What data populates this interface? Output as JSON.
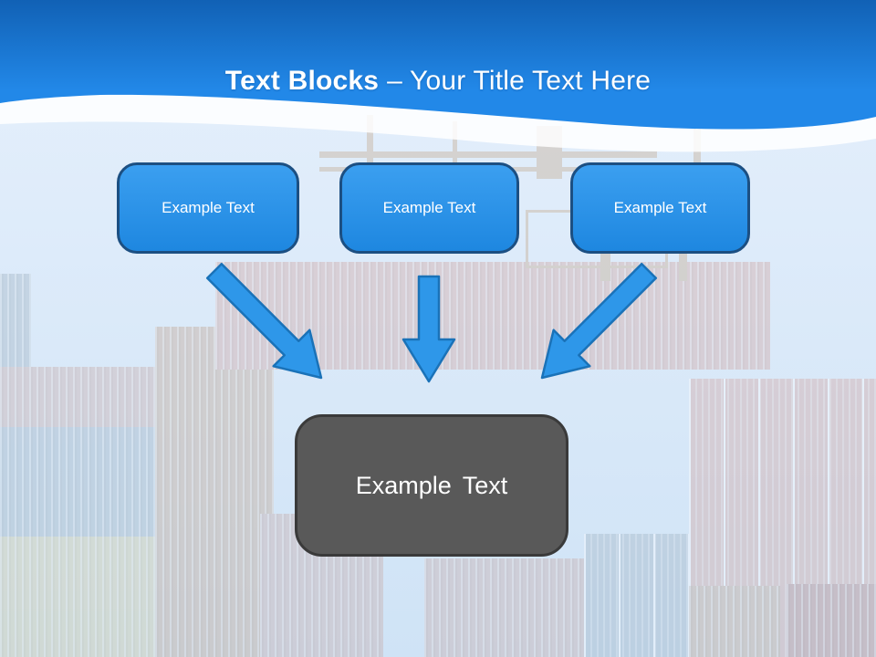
{
  "slide_title": {
    "bold": "Text Blocks",
    "rest": "– Your Title Text Here"
  },
  "blocks": [
    {
      "label": "Example Text"
    },
    {
      "label": "Example Text"
    },
    {
      "label": "Example Text"
    }
  ],
  "result_block": {
    "label": "Example Text"
  },
  "theme": {
    "header_top": "#1161b5",
    "header_bottom": "#2288e8",
    "sky_top": "#e6f0fc",
    "sky_bottom": "#cfe3f6",
    "block_fill_top": "#3b9ff0",
    "block_fill_bottom": "#1e87e0",
    "block_border": "#1c4f82",
    "block_text": "#ffffff",
    "arrow_fill": "#2e97e9",
    "arrow_stroke": "#1a72b8",
    "result_fill": "#595959",
    "result_border": "#3a3a3a",
    "result_text": "#ffffff",
    "title_text": "#ffffff"
  }
}
